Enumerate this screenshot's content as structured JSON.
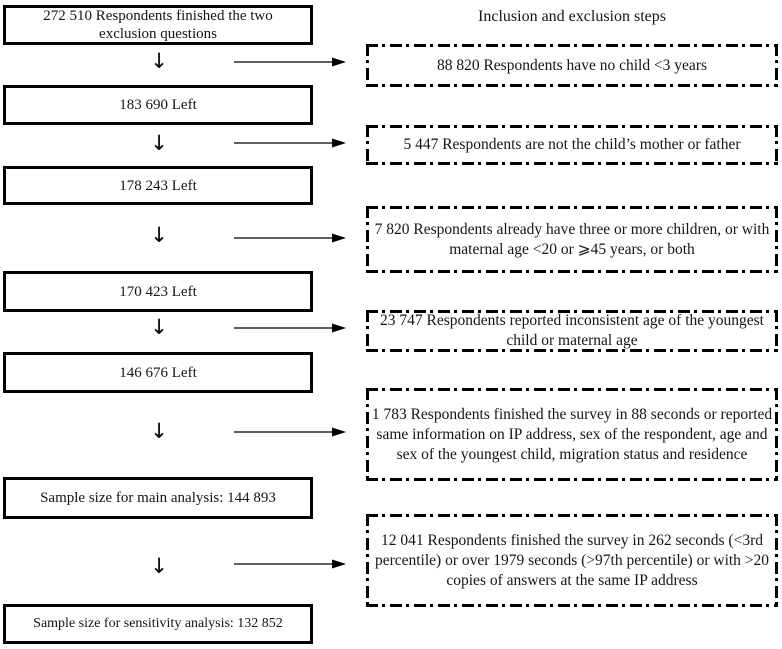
{
  "title": "Inclusion and exclusion steps",
  "flow": {
    "steps": [
      {
        "label": "272 510 Respondents finished the two exclusion questions"
      },
      {
        "label": "183 690 Left"
      },
      {
        "label": "178 243 Left"
      },
      {
        "label": "170 423 Left"
      },
      {
        "label": "146 676 Left"
      },
      {
        "label": "Sample size for main analysis: 144 893"
      },
      {
        "label": "Sample size for sensitivity analysis: 132 852"
      }
    ],
    "exclusions": [
      {
        "label": "88 820 Respondents have no child <3 years"
      },
      {
        "label": "5 447 Respondents are not the child’s mother or father"
      },
      {
        "label": "7 820 Respondents already have three or more children,  or with maternal age <20 or ⩾45 years, or both"
      },
      {
        "label": "23 747 Respondents reported inconsistent age of the youngest child or maternal age"
      },
      {
        "label": "1 783 Respondents finished the survey in 88 seconds or reported same information on IP address, sex of the respondent, age and sex of the youngest child, migration status and residence"
      },
      {
        "label": "12 041 Respondents finished the survey in 262 seconds (<3rd percentile) or over 1979 seconds (>97th percentile) or with >20 copies of answers at the same IP address"
      }
    ]
  },
  "icons": {
    "down_arrow": "↓"
  },
  "colors": {
    "border": "#000000",
    "text": "#151515",
    "background": "#ffffff"
  }
}
